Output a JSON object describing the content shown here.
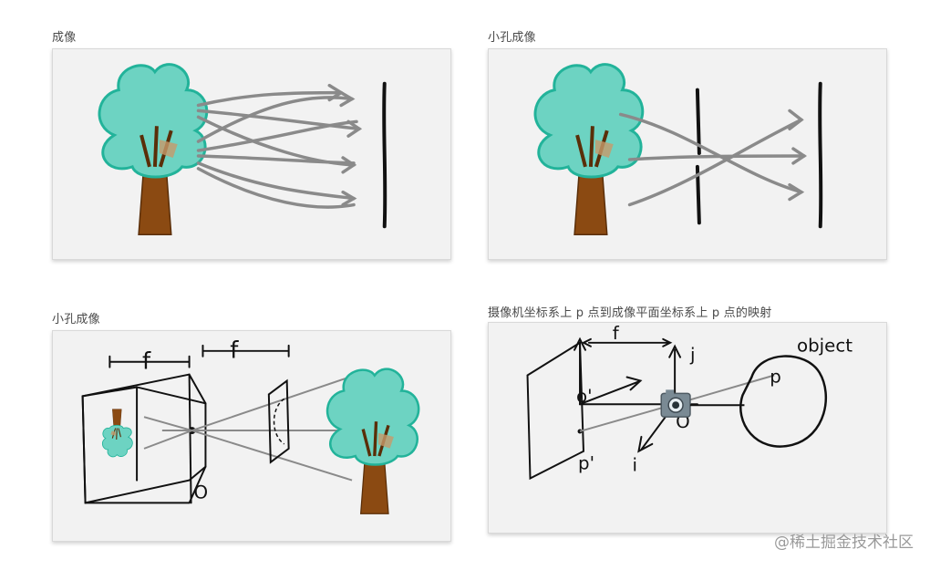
{
  "panels": [
    {
      "caption": "成像"
    },
    {
      "caption": "小孔成像"
    },
    {
      "caption": "小孔成像",
      "labels": {
        "f1": "f",
        "f2": "f",
        "origin": "O"
      }
    },
    {
      "caption": "摄像机坐标系上 p 点到成像平面坐标系上 p 点的映射",
      "labels": {
        "f": "f",
        "j": "j",
        "i": "i",
        "o": "O",
        "o_prime": "o'",
        "p_prime": "p'",
        "p": "p",
        "object": "object"
      }
    }
  ],
  "watermark": "@稀土掘金技术社区",
  "colors": {
    "leaf": "#6dd3c2",
    "leaf_edge": "#22b39a",
    "trunk": "#8b4a12",
    "ray": "#8a8a8a",
    "ink": "#111111",
    "panel_bg": "#f2f2f2"
  }
}
